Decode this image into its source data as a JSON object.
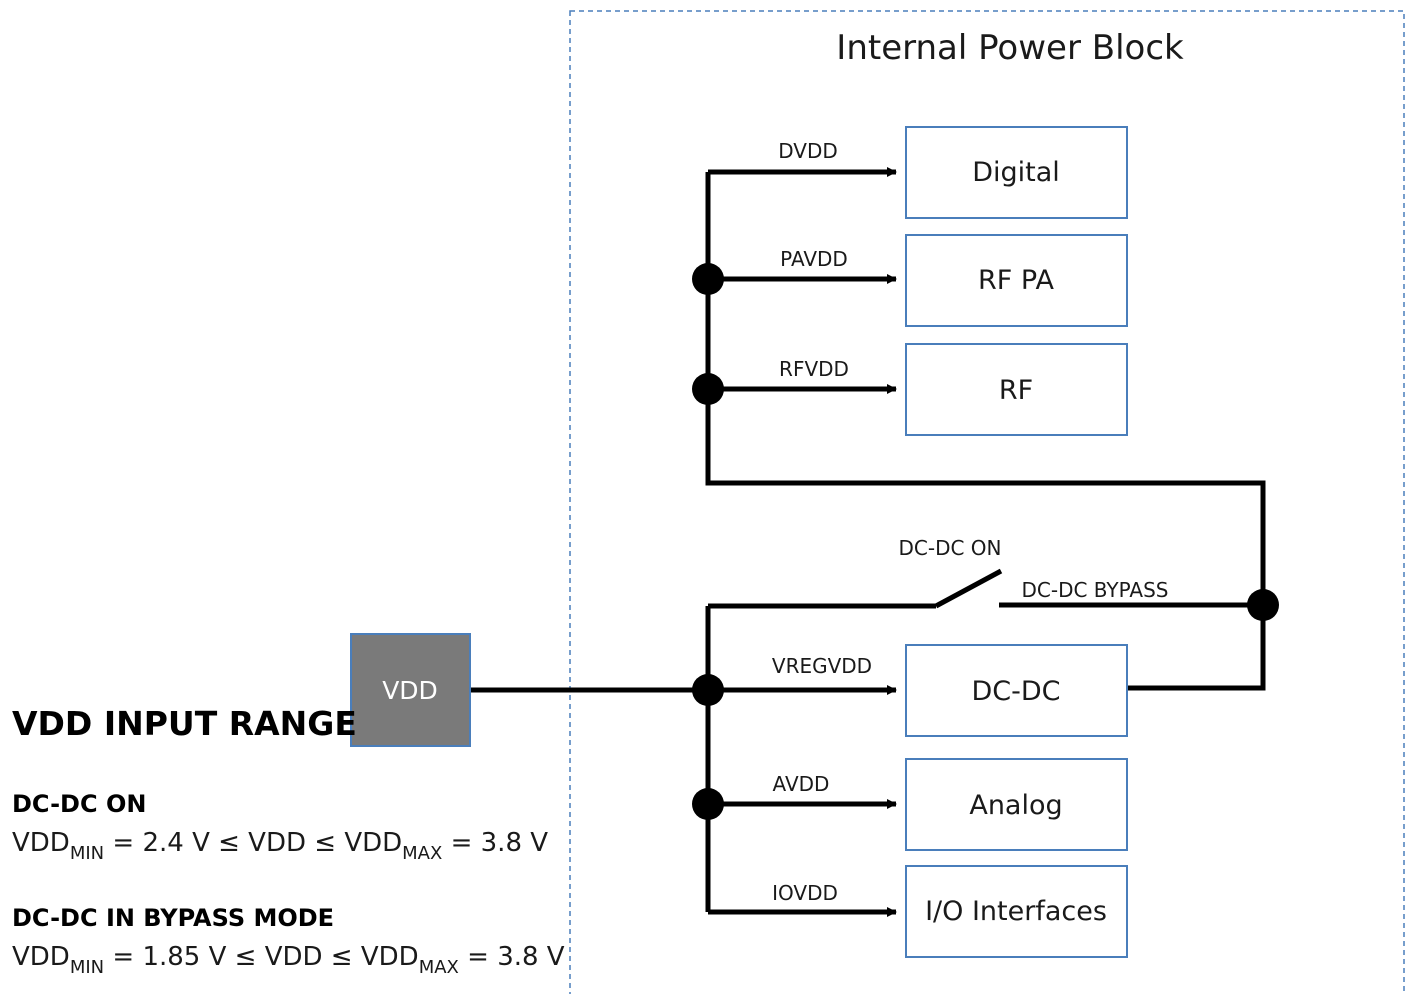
{
  "diagram": {
    "title": "Internal Power Block",
    "vdd_source": "VDD",
    "blocks": {
      "digital": "Digital",
      "rf_pa": "RF PA",
      "rf": "RF",
      "dcdc": "DC-DC",
      "analog": "Analog",
      "io": "I/O Interfaces"
    },
    "rails": {
      "dvdd": "DVDD",
      "pavdd": "PAVDD",
      "rfvdd": "RFVDD",
      "vregvdd": "VREGVDD",
      "avdd": "AVDD",
      "iovdd": "IOVDD"
    },
    "switch": {
      "on_label": "DC-DC ON",
      "bypass_label": "DC-DC BYPASS"
    }
  },
  "input_range": {
    "heading": "VDD INPUT RANGE",
    "modes": [
      {
        "name": "DC-DC ON",
        "vdd_a": "VDD",
        "sub_a": "MIN",
        "mid": " = 2.4 V ≤ VDD ≤ ",
        "vdd_b": "VDD",
        "sub_b": "MAX",
        "tail": " = 3.8 V"
      },
      {
        "name": "DC-DC IN BYPASS MODE",
        "vdd_a": "VDD",
        "sub_a": "MIN",
        "mid": " = 1.85 V ≤ VDD ≤ ",
        "vdd_b": "VDD",
        "sub_b": "MAX",
        "tail": " = 3.8 V"
      }
    ]
  },
  "colors": {
    "box_border": "#4a7ebb",
    "vdd_fill": "#7a7a7a",
    "container_border": "#4a7ebb",
    "wire": "#000000"
  }
}
